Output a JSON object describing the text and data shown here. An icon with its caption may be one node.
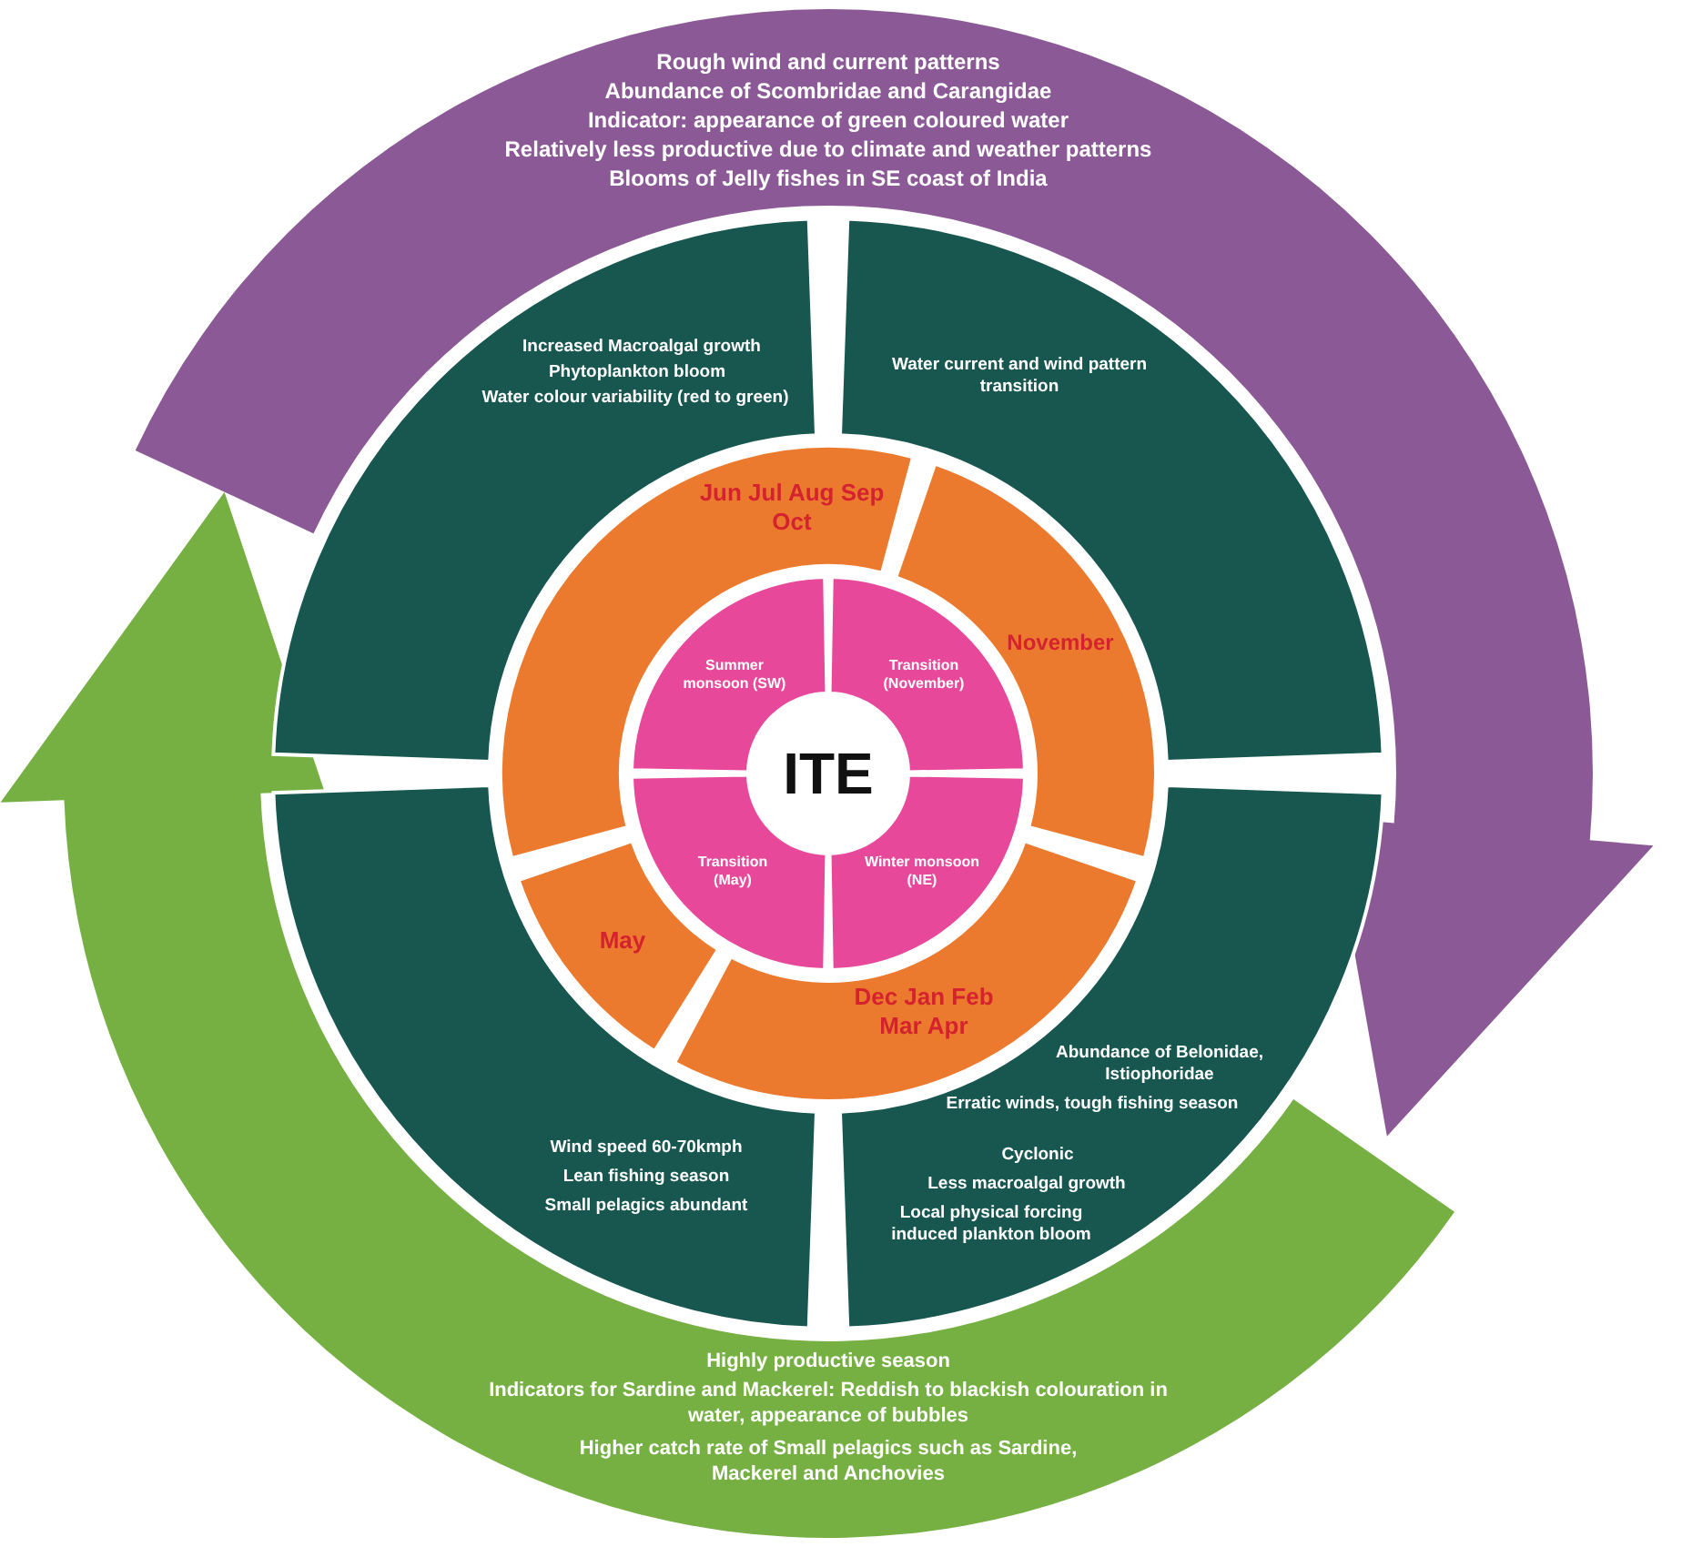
{
  "diagram": {
    "nodes": [
      {
        "text": [
          "Rough wind and current patterns",
          "Abundance of Scombridae and Carangidae",
          "Indicator: appearance of green coloured water",
          "Relatively less productive due to climate and weather patterns",
          "Blooms of Jelly fishes in SE coast of India"
        ]
      },
      {
        "text": [
          "Highly productive season",
          "Indicators for Sardine and Mackerel: Reddish to blackish colouration in water, appearance of bubbles",
          "Higher catch rate of Small pelagics such as Sardine, Mackerel and Anchovies"
        ]
      },
      {
        "text": [
          "Increased Macroalgal growth",
          "Phytoplankton bloom",
          "Water colour variability (red to green)"
        ]
      },
      {
        "text": [
          "Water current and wind pattern transition"
        ]
      },
      {
        "text": [
          "Abundance of Belonidae, Istiophoridae",
          "Erratic winds, tough fishing season",
          "Cyclonic",
          "Less macroalgal growth",
          "Local physical forcing induced plankton bloom"
        ]
      },
      {
        "text": [
          "Wind speed 60-70kmph",
          "Lean fishing season",
          "Small pelagics abundant"
        ]
      },
      {
        "text": [
          "Jun Jul Aug Sep Oct"
        ]
      },
      {
        "text": [
          "November"
        ]
      },
      {
        "text": [
          "Dec Jan Feb Mar Apr"
        ]
      },
      {
        "text": [
          "May"
        ]
      },
      {
        "text": [
          "Summer monsoon (SW)"
        ]
      },
      {
        "text": [
          "Transition (November)"
        ]
      },
      {
        "text": [
          "Winter monsoon (NE)"
        ]
      },
      {
        "text": [
          "Transition (May)"
        ]
      },
      {
        "text": [
          "ITE"
        ]
      }
    ]
  }
}
